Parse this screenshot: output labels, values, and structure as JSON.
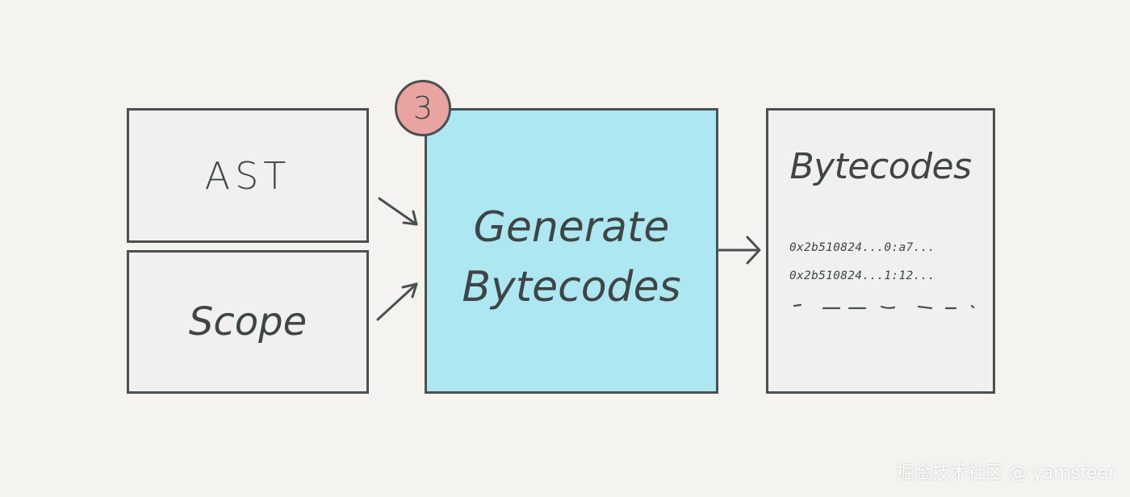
{
  "boxes": {
    "ast": {
      "label": "AST"
    },
    "scope": {
      "label": "Scope"
    },
    "generate": {
      "line1": "Generate",
      "line2": "Bytecodes"
    },
    "bytecodes": {
      "title": "Bytecodes",
      "lines": [
        "0x2b510824...0:a7...",
        "0x2b510824...1:12..."
      ]
    }
  },
  "step_badge": {
    "number": "3"
  },
  "watermark": {
    "text": "掘金技术社区 @ yamsfeer"
  },
  "colors": {
    "background": "#f4f3ef",
    "box_border": "#4a504f",
    "generate_fill": "#ade8f2",
    "gray_fill": "#eff0ef",
    "badge_fill": "#e9a4a2"
  }
}
